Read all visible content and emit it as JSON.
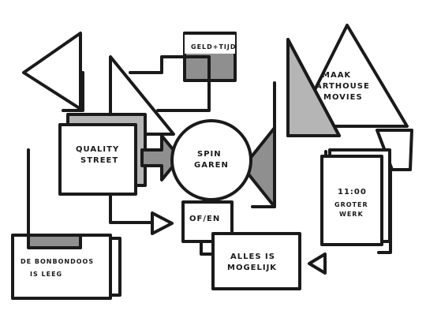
{
  "labels": {
    "geld_tijd": "GELD+TIJD",
    "quality_line1": "QUALITY",
    "quality_line2": "STREET",
    "spin_line1": "SPIN",
    "spin_line2": "GAREN",
    "maak_line1": "MAAK",
    "maak_line2": "ARTHOUSE",
    "maak_line3": "MOVIES",
    "time_line1": "11:00",
    "time_line2": "GROTER",
    "time_line3": "WERK",
    "ofen": "OF/EN",
    "alles_line1": "ALLES IS",
    "alles_line2": "MOGELIJK",
    "bonbon_line1": "DE BONBONDOOS",
    "bonbon_line2": "IS LEEG"
  },
  "colors": {
    "ink": "#1a1a1a",
    "grey_fill": "#8f8f8f",
    "light_grey_fill": "#b5b5b5",
    "paper": "#ffffff"
  }
}
